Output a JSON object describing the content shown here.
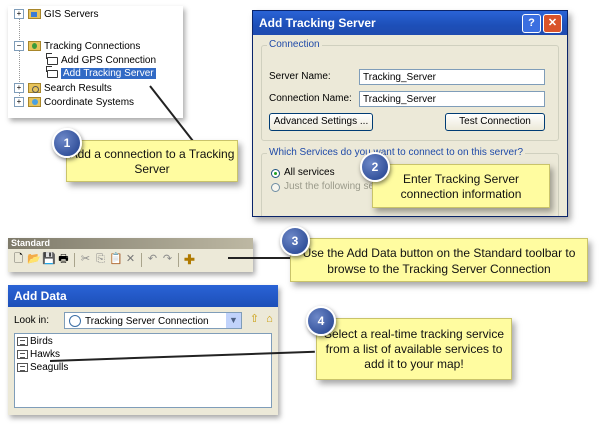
{
  "tree": {
    "items": [
      {
        "label": "GIS Servers"
      },
      {
        "label": "Tracking Connections"
      },
      {
        "label": "Add GPS Connection"
      },
      {
        "label": "Add Tracking Server"
      },
      {
        "label": "Search Results"
      },
      {
        "label": "Coordinate Systems"
      }
    ]
  },
  "dialog": {
    "title": "Add Tracking Server",
    "help_glyph": "?",
    "close_glyph": "✕",
    "connection_legend": "Connection",
    "server_name_label": "Server Name:",
    "server_name_value": "Tracking_Server",
    "connection_name_label": "Connection Name:",
    "connection_name_value": "Tracking_Server",
    "advanced_button": "Advanced Settings ...",
    "test_button": "Test Connection",
    "services_legend": "Which Services do you want to connect to on this server?",
    "all_services": "All services",
    "following_services": "Just the following services"
  },
  "toolbar": {
    "title": "Standard"
  },
  "add_data": {
    "title": "Add Data",
    "look_in_label": "Look in:",
    "look_in_value": "Tracking Server Connection",
    "items": [
      {
        "label": "Birds"
      },
      {
        "label": "Hawks"
      },
      {
        "label": "Seagulls"
      }
    ]
  },
  "callouts": [
    {
      "num": "1",
      "text": "Add a connection to a Tracking Server"
    },
    {
      "num": "2",
      "text": "Enter Tracking Server connection information"
    },
    {
      "num": "3",
      "text": "Use the Add Data button on the Standard toolbar to browse to the Tracking Server Connection"
    },
    {
      "num": "4",
      "text": "Select a real-time tracking service from a list of available services to add it to your map!"
    }
  ],
  "colors": {
    "callout_bg": "#fffca0",
    "title_bar": "#1d4fb8",
    "selection": "#316ac5"
  }
}
